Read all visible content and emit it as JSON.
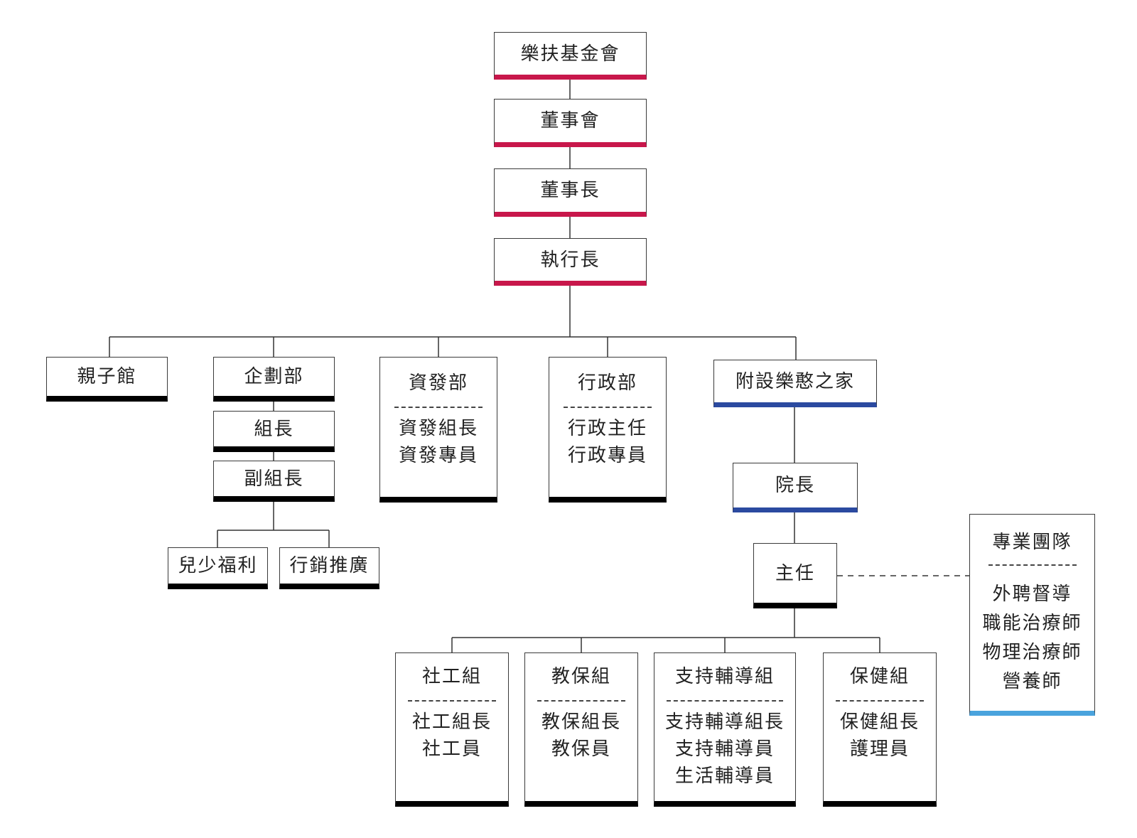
{
  "top": {
    "foundation": "樂扶基金會",
    "board": "董事會",
    "chairman": "董事長",
    "ceo": "執行長"
  },
  "departments": {
    "parent_child_center": "親子館",
    "planning": {
      "title": "企劃部",
      "leader": "組長",
      "deputy_leader": "副組長",
      "sub_units": [
        "兒少福利",
        "行銷推廣"
      ]
    },
    "fund_development": {
      "title": "資發部",
      "staff": [
        "資發組長",
        "資發專員"
      ]
    },
    "administration": {
      "title": "行政部",
      "staff": [
        "行政主任",
        "行政專員"
      ]
    },
    "affiliated_home": {
      "title": "附設樂憨之家",
      "director": "院長",
      "manager": "主任",
      "teams": [
        {
          "title": "社工組",
          "staff": [
            "社工組長",
            "社工員"
          ]
        },
        {
          "title": "教保組",
          "staff": [
            "教保組長",
            "教保員"
          ]
        },
        {
          "title": "支持輔導組",
          "staff": [
            "支持輔導組長",
            "支持輔導員",
            "生活輔導員"
          ]
        },
        {
          "title": "保健組",
          "staff": [
            "保健組長",
            "護理員"
          ]
        }
      ],
      "professional_team": {
        "title": "專業團隊",
        "members": [
          "外聘督導",
          "職能治療師",
          "物理治療師",
          "營養師"
        ]
      }
    }
  },
  "colors": {
    "top_accent": "#c8174b",
    "department_accent": "#000000",
    "home_accent": "#2b4aa0",
    "professional_accent": "#4aa3dd"
  }
}
